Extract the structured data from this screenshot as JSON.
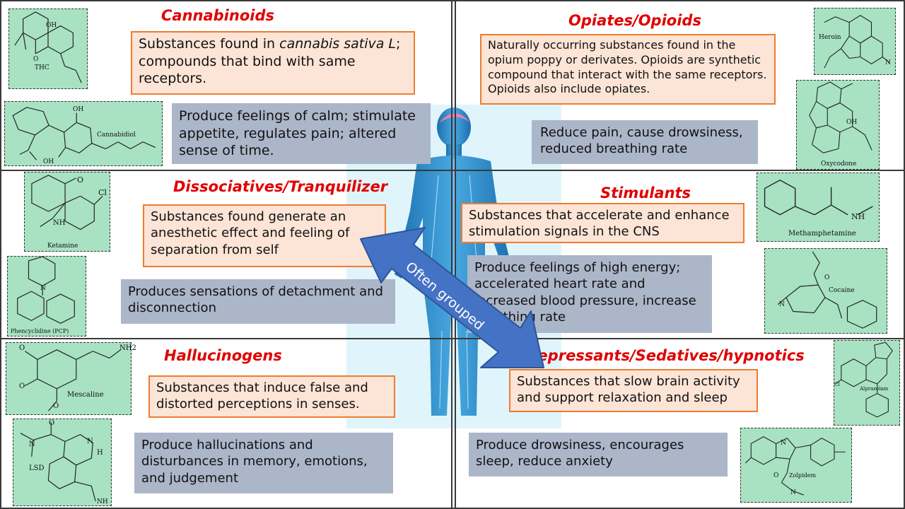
{
  "quadrants": {
    "cannabinoids": {
      "title": "Cannabinoids",
      "definition_pre": "Substances found in ",
      "definition_italic": "cannabis sativa L",
      "definition_post": "; compounds that bind with same receptors.",
      "effects": "Produce feelings of calm; stimulate appetite, regulates pain; altered sense of time.",
      "molecules": [
        "THC",
        "Cannabidiol"
      ]
    },
    "opioids": {
      "title": "Opiates/Opioids",
      "definition": "Naturally occurring substances found in the opium poppy or derivates. Opioids are synthetic compound that interact with the same receptors.  Opioids also include opiates.",
      "effects": "Reduce pain, cause drowsiness, reduced breathing rate",
      "molecules": [
        "Heroin",
        "Oxycodone"
      ]
    },
    "dissociatives": {
      "title": "Dissociatives/Tranquilizer",
      "definition": "Substances found generate an anesthetic effect and  feeling of separation from self",
      "effects": "Produces sensations of detachment and disconnection",
      "molecules": [
        "Ketamine",
        "Phencyclidine (PCP)"
      ]
    },
    "stimulants": {
      "title": "Stimulants",
      "definition": "Substances that accelerate and enhance stimulation signals in the CNS",
      "effects": "Produce feelings of high energy; accelerated heart rate and increased blood pressure, increase breathing rate",
      "molecules": [
        "Methamphetamine",
        "Cocaine"
      ]
    },
    "hallucinogens": {
      "title": "Hallucinogens",
      "definition": "Substances that induce false and distorted perceptions in senses.",
      "effects": "Produce hallucinations and disturbances in memory, emotions, and judgement",
      "molecules": [
        "Mescaline",
        "LSD"
      ]
    },
    "depressants": {
      "title": "Depressants/Sedatives/hypnotics",
      "definition": "Substances that slow brain activity and support relaxation and sleep",
      "effects": "Produce drowsiness, encourages sleep, reduce anxiety",
      "molecules": [
        "Alprazolam",
        "Zolpidem"
      ]
    }
  },
  "arrow": {
    "label": "Often grouped"
  },
  "molecule_atoms": {
    "oxygen": "O",
    "hydroxyl": "OH",
    "amine": "NH",
    "amine2": "NH2",
    "hydrogen": "H",
    "chlorine": "Cl",
    "nitrogen": "N",
    "cl_short": "Cl"
  },
  "colors": {
    "title_red": "#e00000",
    "definition_fill": "#fce4d6",
    "definition_border": "#ed7d31",
    "effects_fill": "#acb6c9",
    "molecule_fill": "#a8e2c3",
    "arrow_fill": "#4472c4",
    "body_blue": "#2f8fd0"
  }
}
